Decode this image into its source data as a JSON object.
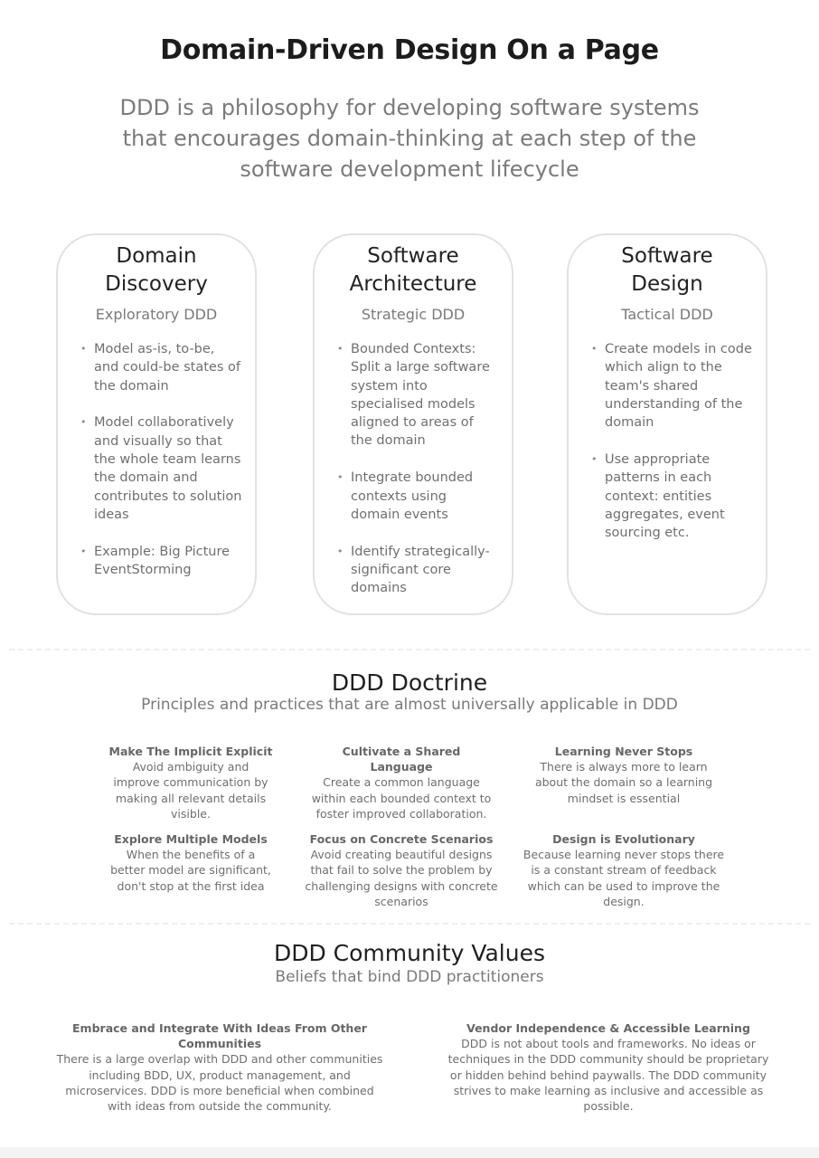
{
  "title": "Domain-Driven Design On a Page",
  "subtitle": "DDD is a philosophy for developing software systems that encourages domain-thinking at each step of the software development lifecycle",
  "cards": [
    {
      "title": "Domain Discovery",
      "subtitle": "Exploratory DDD",
      "bullets": [
        "Model as-is, to-be, and could-be states of the domain",
        "Model collaboratively and visually so that the whole team learns the domain and contributes to solution ideas",
        "Example: Big Picture EventStorming"
      ]
    },
    {
      "title": "Software Architecture",
      "subtitle": "Strategic DDD",
      "bullets": [
        "Bounded Contexts: Split a large software system into specialised models aligned to areas of the domain",
        "Integrate bounded contexts using domain events",
        "Identify strategically-significant core domains"
      ]
    },
    {
      "title": "Software Design",
      "subtitle": "Tactical DDD",
      "bullets": [
        "Create models in code which align to the team's shared understanding of the domain",
        "Use appropriate patterns in each context: entities aggregates, event sourcing etc."
      ]
    }
  ],
  "doctrine": {
    "title": "DDD Doctrine",
    "subtitle": "Principles and practices that are almost universally applicable in DDD",
    "items": [
      {
        "heading": "Make The Implicit Explicit",
        "text": "Avoid ambiguity and improve communication by making all relevant details visible."
      },
      {
        "heading": "Cultivate a Shared Language",
        "text": "Create a common language within each bounded context to foster improved collaboration."
      },
      {
        "heading": "Learning Never Stops",
        "text": "There is always more to learn about the domain so a learning mindset is essential"
      },
      {
        "heading": "Explore Multiple Models",
        "text": "When the benefits of a better model are significant, don't stop at the first idea"
      },
      {
        "heading": "Focus on Concrete Scenarios",
        "text": "Avoid creating beautiful designs that fail to solve the problem by challenging designs with concrete scenarios"
      },
      {
        "heading": "Design is Evolutionary",
        "text": "Because learning never stops there is a constant stream of feedback which can be used to improve the design."
      }
    ]
  },
  "values": {
    "title": "DDD Community Values",
    "subtitle": "Beliefs that bind DDD practitioners",
    "items": [
      {
        "heading": "Embrace and Integrate With Ideas From Other Communities",
        "text": "There is a large overlap with DDD and other communities including BDD, UX, product management, and microservices. DDD is more beneficial when combined with ideas from outside the community."
      },
      {
        "heading": "Vendor Independence & Accessible Learning",
        "text": "DDD is not about tools and frameworks. No ideas or techniques in the DDD community should be proprietary or hidden behind behind paywalls. The DDD community strives to make learning as inclusive and accessible as possible."
      }
    ]
  }
}
